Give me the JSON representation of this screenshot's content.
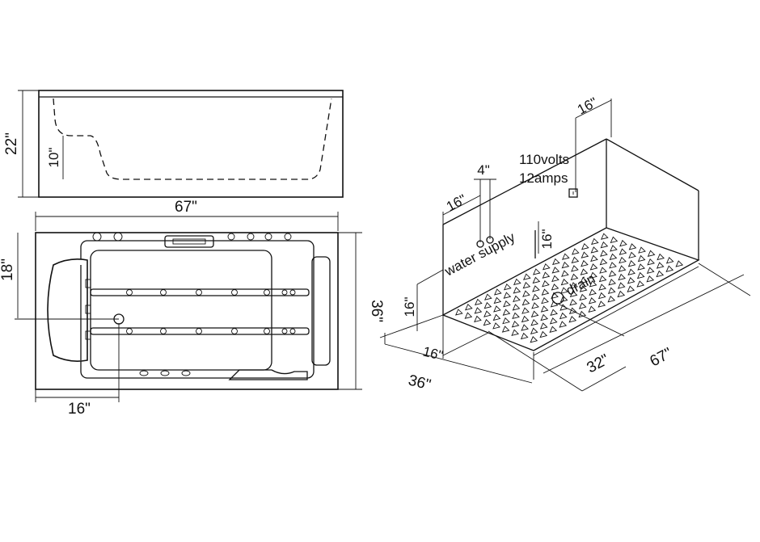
{
  "side_view": {
    "height_label": "22\"",
    "seat_label": "10\""
  },
  "top_view": {
    "length_label": "67\"",
    "headrest_label": "18\"",
    "width_label": "36\"",
    "drain_offset_label": "16\""
  },
  "floor_plan": {
    "wall_offset_label": "16\"",
    "pipe_gap_label": "4\"",
    "water_offset_label": "16\"",
    "outlet_height_label": "16\"",
    "power_voltage": "110volts",
    "power_current": "12amps",
    "water_supply_label": "water supply",
    "drain_label": "drain",
    "left_height_label": "16\"",
    "front_offset_label": "16\"",
    "depth_label": "36\"",
    "drain_width_label": "32\"",
    "length_label": "67\""
  }
}
